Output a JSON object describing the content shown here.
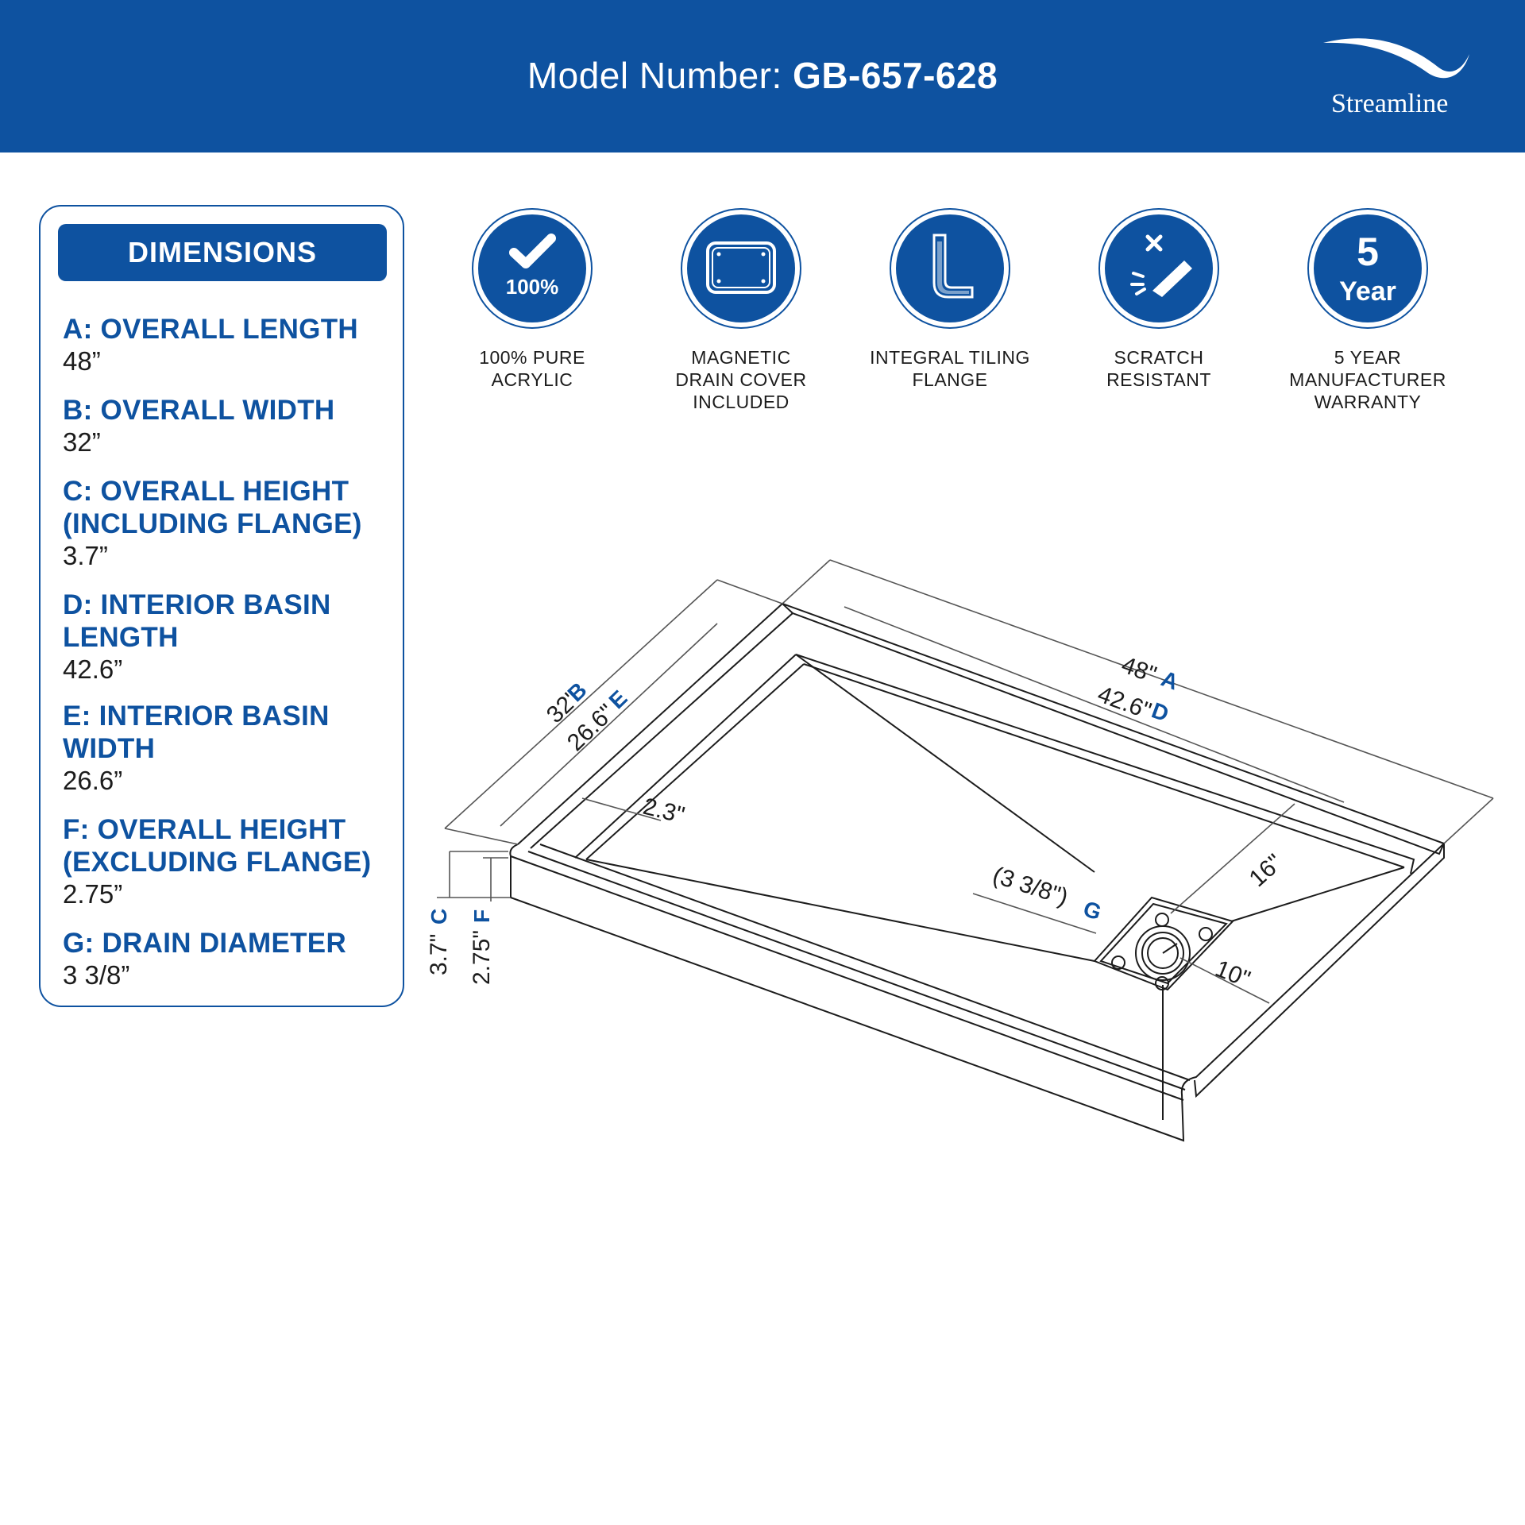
{
  "header": {
    "model_prefix": "Model Number: ",
    "model_number": "GB-657-628",
    "brand": "Streamline"
  },
  "dimensions": {
    "title": "DIMENSIONS",
    "items": [
      {
        "label_1": "A: OVERALL LENGTH",
        "label_2": "",
        "value": "48”"
      },
      {
        "label_1": "B: OVERALL WIDTH",
        "label_2": "",
        "value": "32”"
      },
      {
        "label_1": "C: OVERALL HEIGHT",
        "label_2": "(INCLUDING FLANGE)",
        "value": "3.7”"
      },
      {
        "label_1": "D: INTERIOR BASIN",
        "label_2": "LENGTH",
        "value": "42.6”"
      },
      {
        "label_1": "E: INTERIOR BASIN",
        "label_2": "WIDTH",
        "value": "26.6”"
      },
      {
        "label_1": "F: OVERALL HEIGHT",
        "label_2": "(EXCLUDING FLANGE)",
        "value": "2.75”"
      },
      {
        "label_1": "G: DRAIN DIAMETER",
        "label_2": "",
        "value": "3 3/8”"
      }
    ]
  },
  "features": [
    {
      "icon": "check-100-icon",
      "badge": "100%",
      "line1": "100% PURE",
      "line2": "ACRYLIC",
      "line3": ""
    },
    {
      "icon": "drain-cover-icon",
      "badge": "",
      "line1": "MAGNETIC",
      "line2": "DRAIN COVER",
      "line3": "INCLUDED"
    },
    {
      "icon": "flange-icon",
      "badge": "",
      "line1": "INTEGRAL TILING",
      "line2": "FLANGE",
      "line3": ""
    },
    {
      "icon": "scratch-icon",
      "badge": "",
      "line1": "SCRATCH",
      "line2": "RESISTANT",
      "line3": ""
    },
    {
      "icon": "warranty-icon",
      "badge_num": "5",
      "badge": "Year",
      "line1": "5 YEAR",
      "line2": "MANUFACTURER",
      "line3": "WARRANTY"
    }
  ],
  "diagram": {
    "a_value": "48\"",
    "a_letter": "A",
    "d_value": "42.6\"",
    "d_letter": "D",
    "b_value": "32\"",
    "b_letter": "B",
    "e_value": "26.6\"",
    "e_letter": "E",
    "c_value": "3.7\"",
    "c_letter": "C",
    "f_value": "2.75\"",
    "f_letter": "F",
    "g_value": "(3 3/8\")",
    "g_letter": "G",
    "rim_value": "2.3\"",
    "drain_y_value": "16\"",
    "drain_x_value": "10\""
  },
  "colors": {
    "brand_blue": "#0e52a0"
  }
}
